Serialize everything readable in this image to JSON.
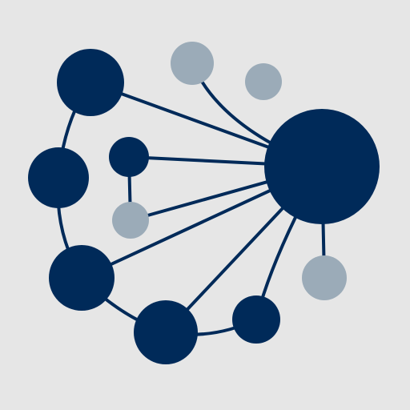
{
  "colors": {
    "background": "#e6e6e6",
    "primary_node": "#002a59",
    "secondary_node": "#9babb8",
    "edge": "#002a59"
  },
  "diagram": {
    "type": "network-graph",
    "nodes": [
      {
        "id": "hub",
        "tone": "primary",
        "size": "large"
      },
      {
        "id": "n1",
        "tone": "primary",
        "size": "medium"
      },
      {
        "id": "n2",
        "tone": "primary",
        "size": "medium"
      },
      {
        "id": "n3",
        "tone": "primary",
        "size": "small"
      },
      {
        "id": "n4",
        "tone": "secondary",
        "size": "small"
      },
      {
        "id": "n5",
        "tone": "primary",
        "size": "medium"
      },
      {
        "id": "n6",
        "tone": "primary",
        "size": "medium"
      },
      {
        "id": "n7",
        "tone": "primary",
        "size": "small"
      },
      {
        "id": "n8",
        "tone": "secondary",
        "size": "small"
      },
      {
        "id": "n9",
        "tone": "secondary",
        "size": "small"
      },
      {
        "id": "n10",
        "tone": "secondary",
        "size": "small"
      }
    ],
    "edges": [
      [
        "hub",
        "n1"
      ],
      [
        "hub",
        "n3"
      ],
      [
        "hub",
        "n4"
      ],
      [
        "hub",
        "n5"
      ],
      [
        "hub",
        "n6"
      ],
      [
        "hub",
        "n7"
      ],
      [
        "hub",
        "n8"
      ],
      [
        "hub",
        "n10"
      ],
      [
        "n1",
        "n2"
      ],
      [
        "n2",
        "n5"
      ],
      [
        "n5",
        "n6"
      ],
      [
        "n6",
        "n7"
      ],
      [
        "n3",
        "n4"
      ]
    ]
  }
}
